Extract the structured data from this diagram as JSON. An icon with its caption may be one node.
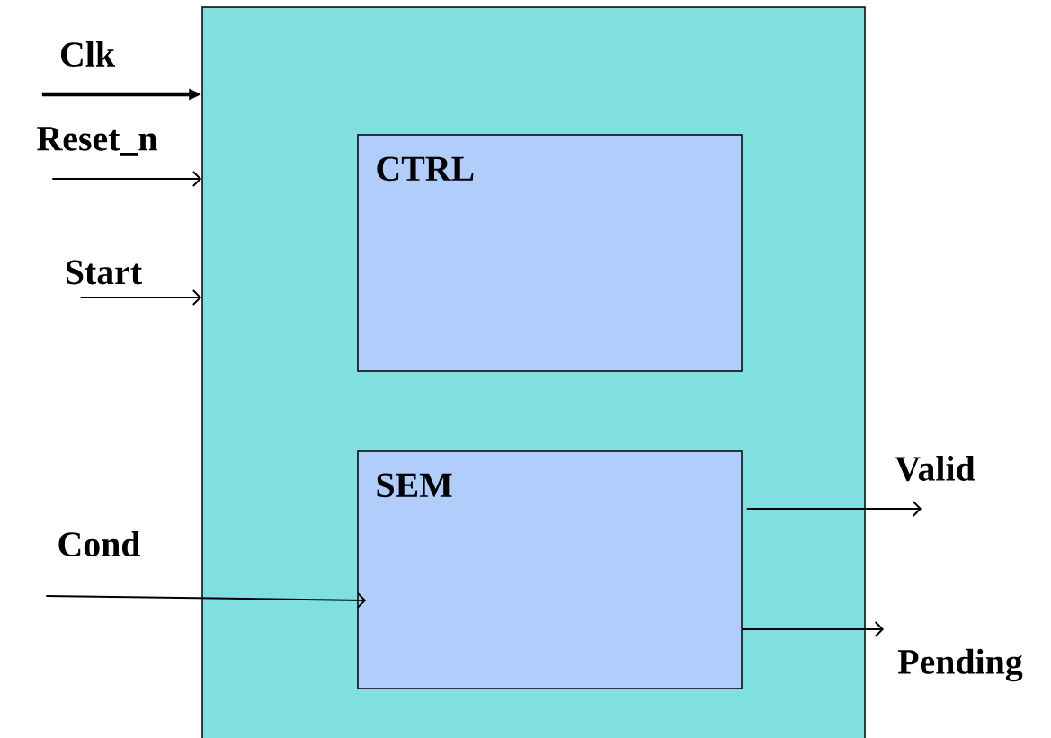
{
  "diagram": {
    "nodes": [
      {
        "text": [],
        "shape": "box"
      },
      {
        "text": [
          "CTRL"
        ],
        "in": 0
      },
      {
        "text": [
          "SEM"
        ],
        "in": 0
      },
      {
        "text": [
          "Clk"
        ]
      },
      {
        "text": [
          "Reset_n"
        ]
      },
      {
        "text": [
          "Start"
        ]
      },
      {
        "text": [
          "Cond"
        ]
      },
      {
        "text": [
          "Valid"
        ]
      },
      {
        "text": [
          "Pending"
        ]
      }
    ],
    "edges": [
      {
        "from": 3,
        "to": 0,
        "arrow": "to",
        "style": "thick"
      },
      {
        "from": 4,
        "to": 0,
        "arrow": "to"
      },
      {
        "from": 5,
        "to": 0,
        "arrow": "to"
      },
      {
        "from": 6,
        "to": 2,
        "arrow": "to"
      },
      {
        "from": 2,
        "to": 7,
        "arrow": "to"
      },
      {
        "from": 2,
        "to": 8,
        "arrow": "to"
      }
    ]
  }
}
